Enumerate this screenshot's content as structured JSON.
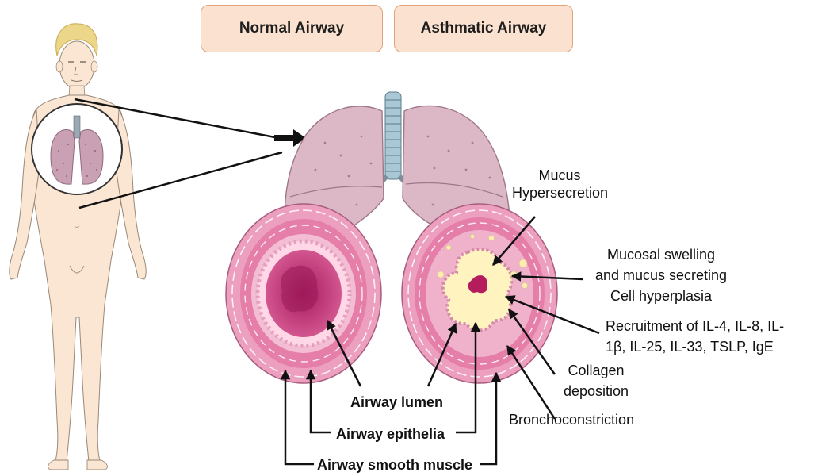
{
  "headers": {
    "normal": "Normal Airway",
    "asthmatic": "Asthmatic Airway"
  },
  "labels": {
    "mucus_line1": "Mucus",
    "mucus_line2": "Hypersecretion",
    "swelling_line1": "Mucosal swelling",
    "swelling_line2": "and mucus secreting",
    "swelling_line3": "Cell hyperplasia",
    "recruit_line1": "Recruitment of IL-4, IL-8, IL-",
    "recruit_line2": "1β, IL-25, IL-33, TSLP, IgE",
    "collagen_line1": "Collagen",
    "collagen_line2": "deposition",
    "bronchoconstriction": "Bronchoconstriction",
    "airway_lumen": "Airway lumen",
    "airway_epithelia": "Airway epithelia",
    "airway_smooth_muscle": "Airway smooth muscle"
  },
  "colors": {
    "header_fill": "#fbe1cf",
    "header_border": "#e2a27a",
    "lung": "#d9b3c0",
    "airway_outer": "#e8a0bf",
    "lumen": "#c8407e",
    "mucus": "#f8eeb6"
  }
}
